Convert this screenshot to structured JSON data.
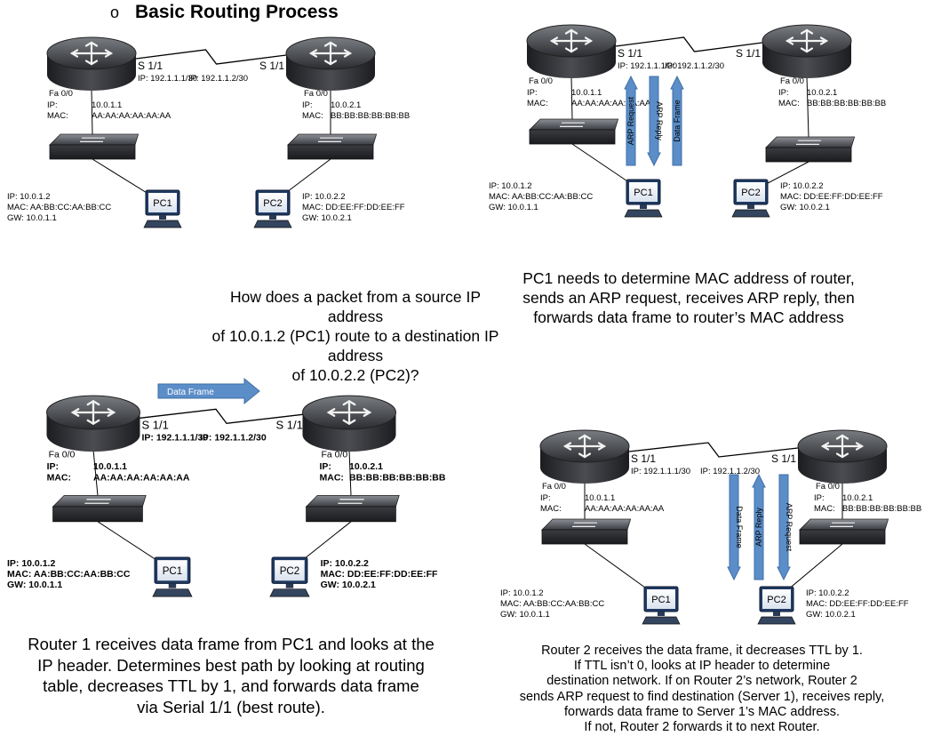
{
  "title": {
    "bullet": "o",
    "text": "Basic Routing Process"
  },
  "panels": [
    {
      "r1": {
        "fa_label": "Fa 0/0",
        "ip_key": "IP:",
        "ip": "10.0.1.1",
        "mac_key": "MAC:",
        "mac": "AA:AA:AA:AA:AA:AA",
        "serial": "S 1/1",
        "serial_ip": "IP: 192.1.1.1/30"
      },
      "r2": {
        "fa_label": "Fa 0/0",
        "ip_key": "IP:",
        "ip": "10.0.2.1",
        "mac_key": "MAC:",
        "mac": "BB:BB:BB:BB:BB:BB",
        "serial": "S 1/1",
        "serial_ip": "IP: 192.1.1.2/30"
      },
      "pc1": {
        "name": "PC1",
        "ip": "IP:   10.0.1.2",
        "mac": "MAC: AA:BB:CC:AA:BB:CC",
        "gw": "GW:  10.0.1.1"
      },
      "pc2": {
        "name": "PC2",
        "ip": "IP:   10.0.2.2",
        "mac": "MAC: DD:EE:FF:DD:EE:FF",
        "gw": "GW:  10.0.2.1"
      },
      "caption": [
        "How does a packet from a source IP address",
        "of 10.0.1.2 (PC1) route to a destination IP address",
        "of 10.0.2.2 (PC2)?"
      ]
    },
    {
      "r1": {
        "fa_label": "Fa 0/0",
        "ip_key": "IP:",
        "ip": "10.0.1.1",
        "mac_key": "MAC:",
        "mac": "AA:AA:AA:AA:AA:AA",
        "serial": "S 1/1",
        "serial_ip": "IP: 192.1.1.1/30"
      },
      "r2": {
        "fa_label": "Fa 0/0",
        "ip_key": "IP:",
        "ip": "10.0.2.1",
        "mac_key": "MAC:",
        "mac": "BB:BB:BB:BB:BB:BB",
        "serial": "S 1/1",
        "serial_ip": "IP: 192.1.1.2/30"
      },
      "pc1": {
        "name": "PC1",
        "ip": "IP:   10.0.1.2",
        "mac": "MAC: AA:BB:CC:AA:BB:CC",
        "gw": "GW:  10.0.1.1"
      },
      "pc2": {
        "name": "PC2",
        "ip": "IP:   10.0.2.2",
        "mac": "MAC: DD:EE:FF:DD:EE:FF",
        "gw": "GW:  10.0.2.1"
      },
      "arrows": [
        "ARP Request",
        "ARP Reply",
        "Data Frame"
      ],
      "caption": [
        "PC1 needs to determine MAC address of router,",
        "sends an ARP request, receives ARP reply, then",
        "forwards data frame to router’s MAC address"
      ]
    },
    {
      "r1": {
        "fa_label": "Fa 0/0",
        "ip_key": "IP:",
        "ip": "10.0.1.1",
        "mac_key": "MAC:",
        "mac": "AA:AA:AA:AA:AA:AA",
        "serial": "S 1/1",
        "serial_ip": "IP: 192.1.1.1/30"
      },
      "r2": {
        "fa_label": "Fa 0/0",
        "ip_key": "IP:",
        "ip": "10.0.2.1",
        "mac_key": "MAC:",
        "mac": "BB:BB:BB:BB:BB:BB",
        "serial": "S 1/1",
        "serial_ip": "IP: 192.1.1.2/30"
      },
      "pc1": {
        "name": "PC1",
        "ip": "IP:   10.0.1.2",
        "mac": "MAC: AA:BB:CC:AA:BB:CC",
        "gw": "GW:  10.0.1.1"
      },
      "pc2": {
        "name": "PC2",
        "ip": "IP:   10.0.2.2",
        "mac": "MAC: DD:EE:FF:DD:EE:FF",
        "gw": "GW:  10.0.2.1"
      },
      "arrows": [
        "Data Frame"
      ],
      "caption": [
        "Router 1 receives data frame from PC1 and looks at the",
        "IP header. Determines best path by looking at routing",
        "table, decreases TTL by 1, and forwards data frame",
        "via Serial 1/1 (best route)."
      ]
    },
    {
      "r1": {
        "fa_label": "Fa 0/0",
        "ip_key": "IP:",
        "ip": "10.0.1.1",
        "mac_key": "MAC:",
        "mac": "AA:AA:AA:AA:AA:AA",
        "serial": "S 1/1",
        "serial_ip": "IP: 192.1.1.1/30"
      },
      "r2": {
        "fa_label": "Fa 0/0",
        "ip_key": "IP:",
        "ip": "10.0.2.1",
        "mac_key": "MAC:",
        "mac": "BB:BB:BB:BB:BB:BB",
        "serial": "S 1/1",
        "serial_ip": "IP: 192.1.1.2/30"
      },
      "pc1": {
        "name": "PC1",
        "ip": "IP:   10.0.1.2",
        "mac": "MAC: AA:BB:CC:AA:BB:CC",
        "gw": "GW:  10.0.1.1"
      },
      "pc2": {
        "name": "PC2",
        "ip": "IP:   10.0.2.2",
        "mac": "MAC: DD:EE:FF:DD:EE:FF",
        "gw": "GW:  10.0.2.1"
      },
      "arrows": [
        "Data Frame",
        "ARP Reply",
        "ARP Request"
      ],
      "caption": [
        "Router 2 receives the data frame, it decreases TTL by 1.",
        "If TTL isn’t 0, looks at IP header to determine",
        "destination network. If on Router 2’s network, Router 2",
        "sends ARP request to find destination (Server 1), receives reply,",
        "forwards data frame to Server 1’s MAC address.",
        "If not, Router 2 forwards it to next Router."
      ]
    }
  ]
}
